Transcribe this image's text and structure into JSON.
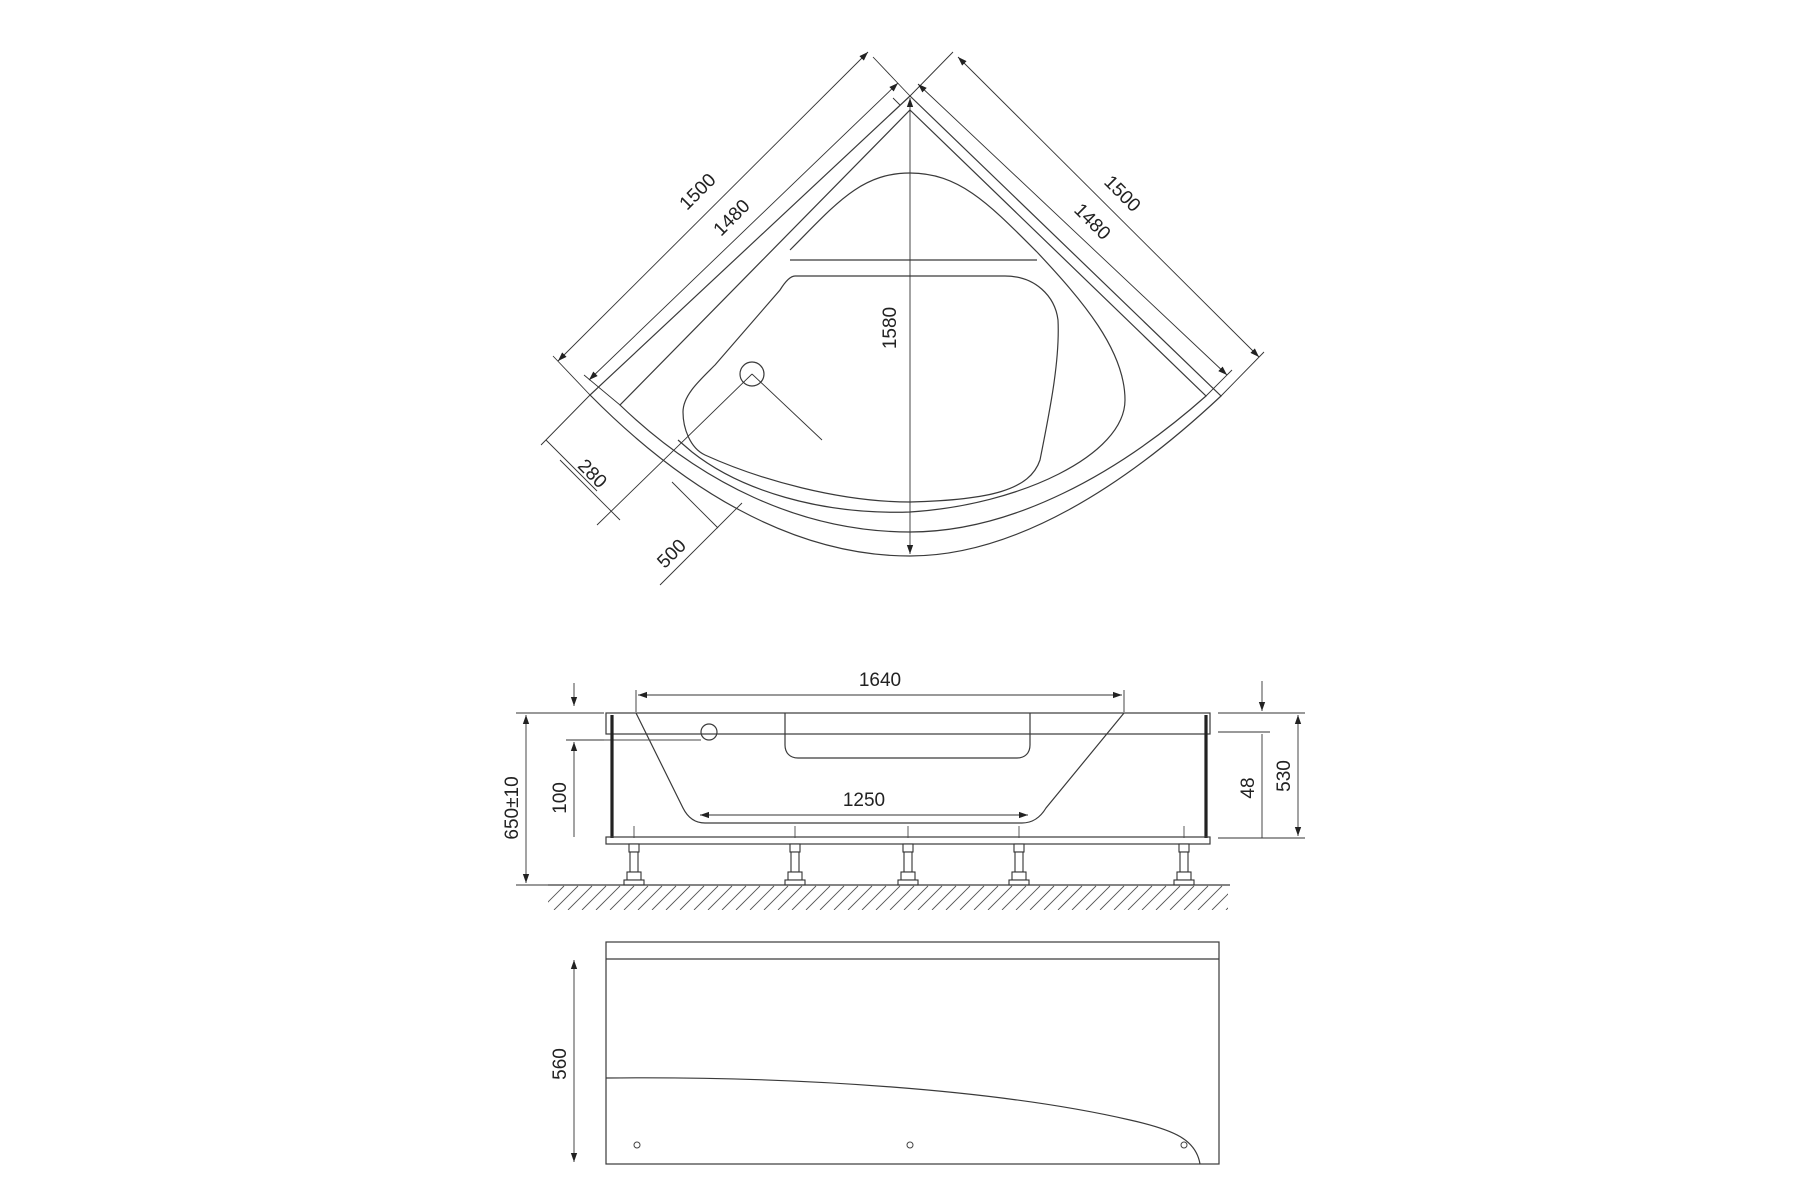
{
  "top_view": {
    "dim_side_left_outer": "1500",
    "dim_side_left_inner": "1480",
    "dim_side_right_outer": "1500",
    "dim_side_right_inner": "1480",
    "dim_diagonal": "1580",
    "dim_drain_offset": "280",
    "dim_drain_distance": "500"
  },
  "side_view": {
    "dim_rim_length": "1640",
    "dim_bottom_length": "1250",
    "dim_total_height": "650±10",
    "dim_drain_height": "100",
    "dim_rim_thickness": "48",
    "dim_bath_depth": "530"
  },
  "front_panel": {
    "dim_panel_height": "560"
  }
}
